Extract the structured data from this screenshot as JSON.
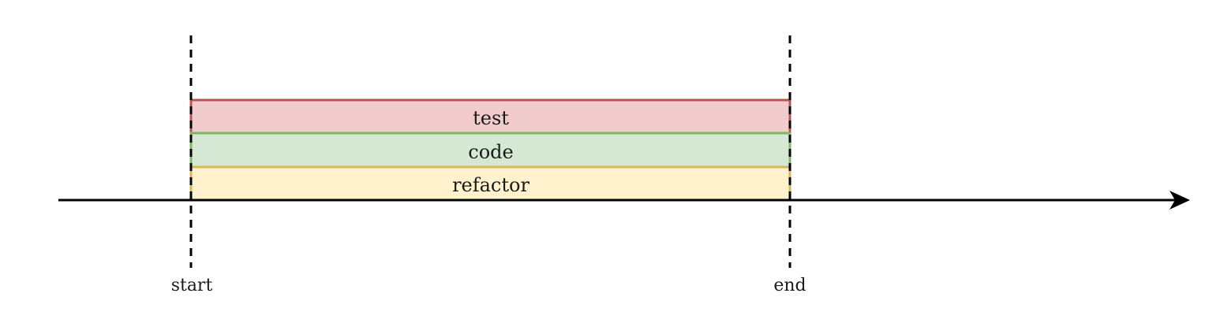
{
  "diagram": {
    "phases": [
      {
        "label": "test",
        "fill": "#f2cccc",
        "stroke": "#b85450"
      },
      {
        "label": "code",
        "fill": "#d5e8d4",
        "stroke": "#82b366"
      },
      {
        "label": "refactor",
        "fill": "#fff2cc",
        "stroke": "#d6b656"
      }
    ],
    "markers": {
      "start": "start",
      "end": "end"
    },
    "axis_color": "#000000"
  }
}
